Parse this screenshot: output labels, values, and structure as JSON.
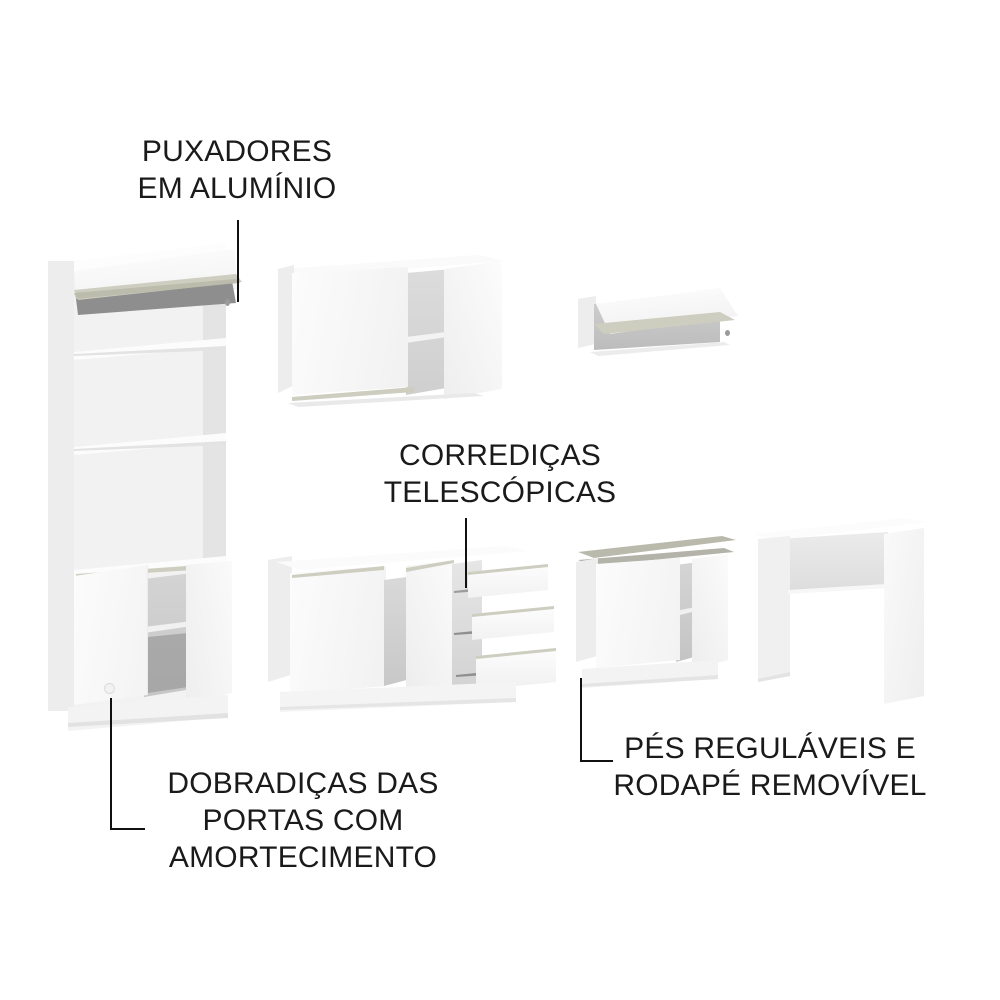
{
  "page": {
    "background_color": "#ffffff",
    "text_color": "#1a1a1a",
    "leader_color": "#111111",
    "title": "Kitchen furniture set feature callouts"
  },
  "callouts": [
    {
      "id": "handles",
      "name": "puxadores-em-aluminio",
      "lines": [
        "PUXADORES",
        "EM ALUMÍNIO"
      ],
      "text": "PUXADORES\nEM ALUMÍNIO",
      "points_at": "aluminium-handle-profile-on-tower-lift-door"
    },
    {
      "id": "slides",
      "name": "correedicas-telescopicas",
      "lines": [
        "CORREDIÇAS",
        "TELESCÓPICAS"
      ],
      "text": "CORREDIÇAS\nTELESCÓPICAS",
      "points_at": "telescopic-drawer-slides-on-base-cabinet"
    },
    {
      "id": "hinges",
      "name": "dobradicas-com-amortecimento",
      "lines": [
        "DOBRADIÇAS DAS",
        "PORTAS COM",
        "AMORTECIMENTO"
      ],
      "text": "DOBRADIÇAS DAS\nPORTAS COM\nAMORTECIMENTO",
      "points_at": "soft-close-door-hinge-on-tower-lower-door"
    },
    {
      "id": "feet",
      "name": "pes-reguláveis-e-rodape",
      "lines": [
        "PÉS REGULÁVEIS E",
        "RODAPÉ REMOVÍVEL"
      ],
      "text": "PÉS REGULÁVEIS E\nRODAPÉ REMOVÍVEL",
      "points_at": "adjustable-feet-and-removable-plinth-on-small-base-cabinet"
    }
  ],
  "furniture": [
    {
      "id": "tower",
      "name": "tall-tower-cabinet",
      "description": "Torre com porta basculante superior, nichos abertos e duas portas inferiores",
      "features": [
        "lift-up-door",
        "open-shelves",
        "two-lower-doors",
        "plinth"
      ]
    },
    {
      "id": "wall-double",
      "name": "wall-cabinet-two-doors",
      "description": "Armário aéreo com duas portas, uma entreaberta",
      "features": [
        "two-doors",
        "interior-shelf",
        "aluminium-handle"
      ]
    },
    {
      "id": "wall-flip",
      "name": "wall-cabinet-flip-door",
      "description": "Armário aéreo pequeno com porta basculante aberta",
      "features": [
        "lift-up-door",
        "aluminium-handle"
      ]
    },
    {
      "id": "base-drawers",
      "name": "base-cabinet-doors-and-drawers",
      "description": "Balcão com duas portas e três gavetas com corrediças telescópicas",
      "features": [
        "two-doors",
        "three-drawers",
        "telescopic-slides",
        "plinth"
      ]
    },
    {
      "id": "base-small",
      "name": "small-base-cabinet",
      "description": "Balcão pequeno com tampo, duas portas e rodapé",
      "features": [
        "countertop",
        "two-doors",
        "plinth",
        "adjustable-feet"
      ]
    },
    {
      "id": "niche",
      "name": "appliance-niche-unit",
      "description": "Módulo vazado para eletrodoméstico com tampo e laterais",
      "features": [
        "open-frame",
        "top-panel",
        "side-panels"
      ]
    }
  ],
  "colors": {
    "panel_white": "#fbfbfb",
    "panel_side": "#ededed",
    "interior_gray": "#d8d8d8",
    "handle_aluminium": "#cdcdc0",
    "countertop": "#b9b9ac",
    "text": "#1a1a1a"
  }
}
